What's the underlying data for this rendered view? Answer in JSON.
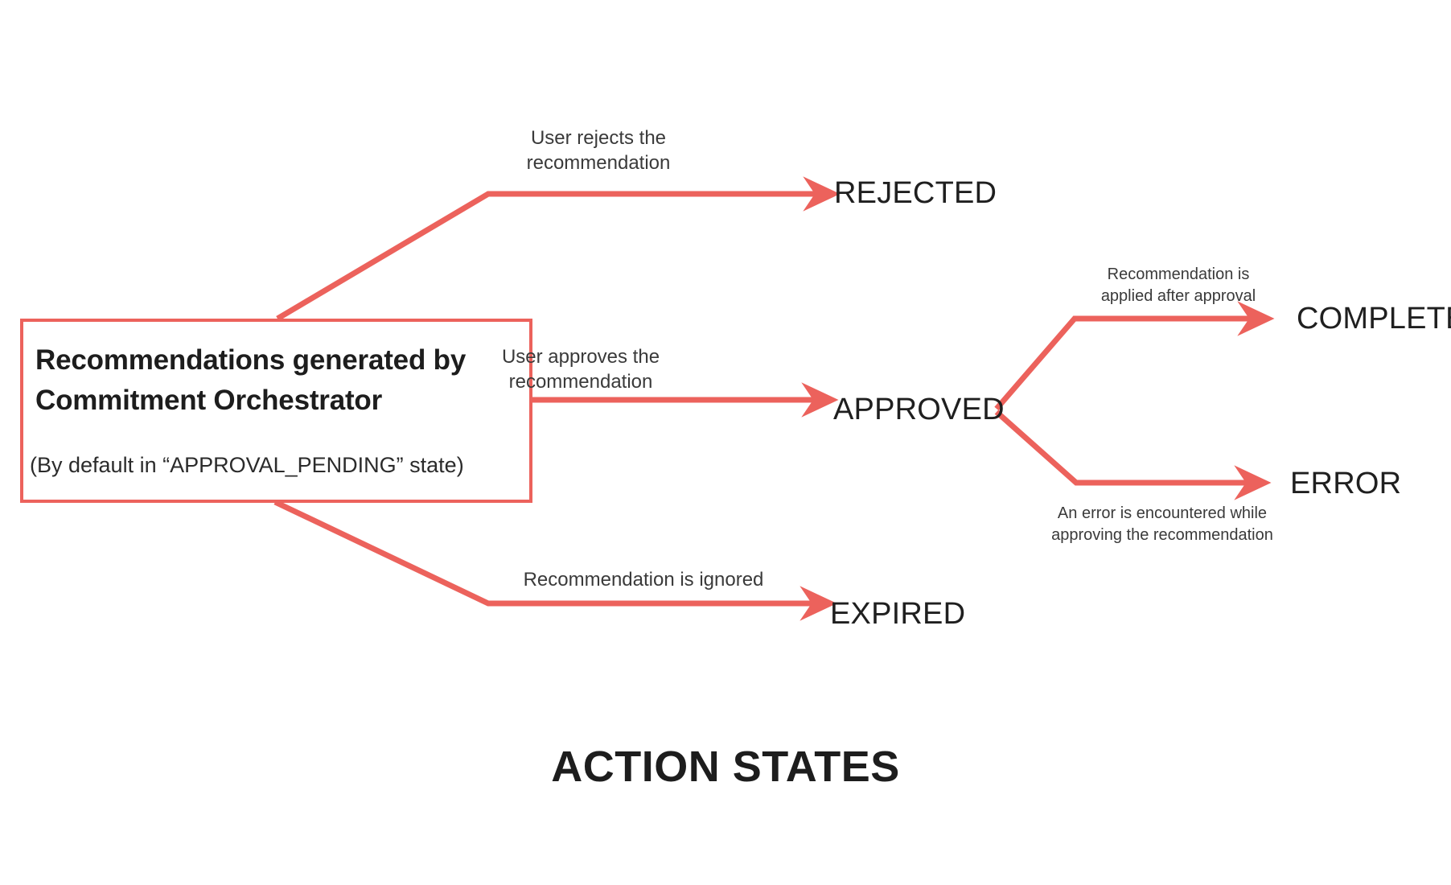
{
  "diagram": {
    "title": "ACTION STATES",
    "accent_color": "#EC625C",
    "text_color": "#1f1f1f",
    "background": "#ffffff",
    "source_node": {
      "title": "Recommendations generated by Commitment Orchestrator",
      "subtitle": "(By default in “APPROVAL_PENDING” state)"
    },
    "states": [
      {
        "id": "rejected",
        "label": "REJECTED"
      },
      {
        "id": "approved",
        "label": "APPROVED"
      },
      {
        "id": "expired",
        "label": "EXPIRED"
      },
      {
        "id": "completed",
        "label": "COMPLETED"
      },
      {
        "id": "error",
        "label": "ERROR"
      }
    ],
    "transitions": [
      {
        "id": "to-rejected",
        "from": "source_node",
        "to": "rejected",
        "label": "User rejects the\nrecommendation"
      },
      {
        "id": "to-approved",
        "from": "source_node",
        "to": "approved",
        "label": "User approves the\nrecommendation"
      },
      {
        "id": "to-expired",
        "from": "source_node",
        "to": "expired",
        "label": "Recommendation is ignored"
      },
      {
        "id": "to-completed",
        "from": "approved",
        "to": "completed",
        "label": "Recommendation is\napplied after approval"
      },
      {
        "id": "to-error",
        "from": "approved",
        "to": "error",
        "label": "An error is encountered while\napproving the recommendation"
      }
    ]
  }
}
